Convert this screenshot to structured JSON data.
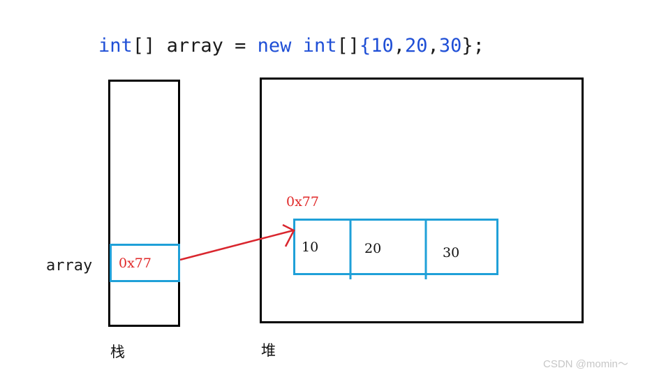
{
  "code": {
    "type_kw": "int",
    "brackets": "[]",
    "var_name": "array",
    "equals": "=",
    "new_kw": "new",
    "type_kw2": "int",
    "brackets2": "[]",
    "open_brace": "{",
    "values": [
      "10",
      "20",
      "30"
    ],
    "close": "};"
  },
  "stack": {
    "var_label": "array",
    "ref_value": "0x77",
    "caption": "栈"
  },
  "heap": {
    "caption": "堆",
    "address": "0x77",
    "cells": [
      "10",
      "20",
      "30"
    ]
  },
  "watermark": "CSDN @momin～",
  "colors": {
    "keyword": "#1f4fd6",
    "reference": "#e02828",
    "cell_border": "#1fa0d8",
    "arrow": "#d9262e"
  }
}
